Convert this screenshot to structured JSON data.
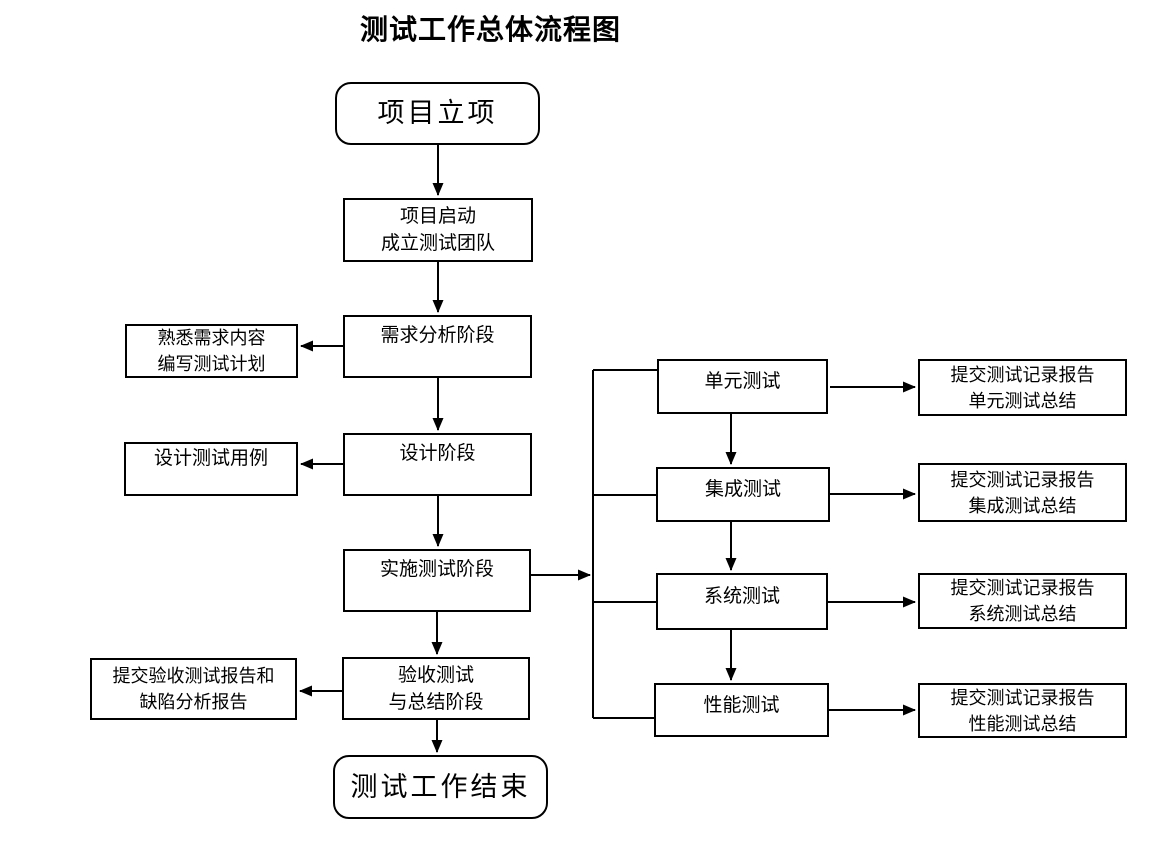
{
  "title": "测试工作总体流程图",
  "colors": {
    "line": "#000000",
    "text": "#000000",
    "background": "#ffffff"
  },
  "nodes": {
    "start": {
      "label": "项目立项"
    },
    "kickoff": {
      "label": "项目启动\n成立测试团队"
    },
    "requirements": {
      "label": "需求分析阶段"
    },
    "requirements_side": {
      "label": "熟悉需求内容\n编写测试计划"
    },
    "design": {
      "label": "设计阶段"
    },
    "design_side": {
      "label": "设计测试用例"
    },
    "implementation": {
      "label": "实施测试阶段"
    },
    "acceptance": {
      "label": "验收测试\n与总结阶段"
    },
    "acceptance_side": {
      "label": "提交验收测试报告和\n缺陷分析报告"
    },
    "end": {
      "label": "测试工作结束"
    },
    "unit": {
      "label": "单元测试"
    },
    "integration": {
      "label": "集成测试"
    },
    "system": {
      "label": "系统测试"
    },
    "performance": {
      "label": "性能测试"
    },
    "unit_report": {
      "label": "提交测试记录报告\n单元测试总结"
    },
    "integration_report": {
      "label": "提交测试记录报告\n集成测试总结"
    },
    "system_report": {
      "label": "提交测试记录报告\n系统测试总结"
    },
    "performance_report": {
      "label": "提交测试记录报告\n性能测试总结"
    }
  },
  "edges": [
    {
      "from": "start",
      "to": "kickoff"
    },
    {
      "from": "kickoff",
      "to": "requirements"
    },
    {
      "from": "requirements",
      "to": "requirements_side"
    },
    {
      "from": "requirements",
      "to": "design"
    },
    {
      "from": "design",
      "to": "design_side"
    },
    {
      "from": "design",
      "to": "implementation"
    },
    {
      "from": "implementation",
      "to": "test_branch"
    },
    {
      "from": "test_branch",
      "to": "unit"
    },
    {
      "from": "test_branch",
      "to": "integration"
    },
    {
      "from": "test_branch",
      "to": "system"
    },
    {
      "from": "test_branch",
      "to": "performance"
    },
    {
      "from": "unit",
      "to": "integration"
    },
    {
      "from": "integration",
      "to": "system"
    },
    {
      "from": "system",
      "to": "performance"
    },
    {
      "from": "unit",
      "to": "unit_report"
    },
    {
      "from": "integration",
      "to": "integration_report"
    },
    {
      "from": "system",
      "to": "system_report"
    },
    {
      "from": "performance",
      "to": "performance_report"
    },
    {
      "from": "implementation",
      "to": "acceptance"
    },
    {
      "from": "acceptance",
      "to": "acceptance_side"
    },
    {
      "from": "acceptance",
      "to": "end"
    }
  ]
}
